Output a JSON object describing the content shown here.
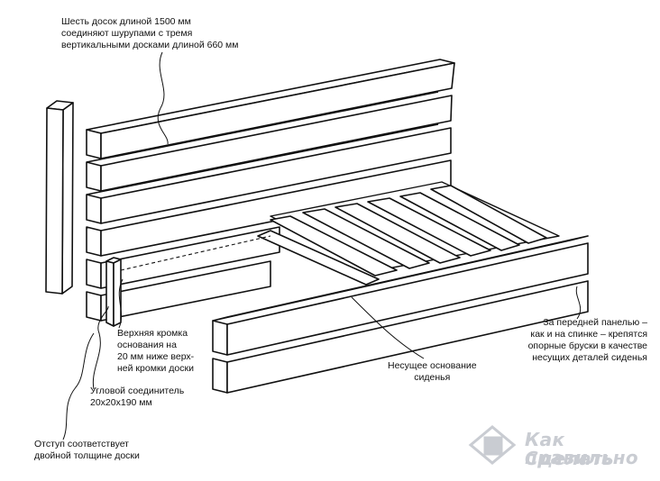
{
  "labels": {
    "top": "Шесть досок длиной 1500 мм\nсоединяют шурупами с тремя\nвертикальными досками длиной 660 мм",
    "upper_edge": "Верхняя кромка\nоснования на\n20 мм ниже верх-\nней кромки доски",
    "corner_joint": "Угловой соединитель\n20х20х190 мм",
    "offset": "Отступ соответствует\nдвойной толщине доски",
    "base": "Несущее основание\nсиденья",
    "front_panel": "За передней панелью –\nкак и на спинке – крепятся\nопорные бруски в качестве\nнесущих деталей сиденья"
  },
  "watermark": {
    "line1": "Как правильно",
    "line2": "Сделать"
  },
  "colors": {
    "ink": "#111111",
    "watermark": "#c9ccd2"
  }
}
